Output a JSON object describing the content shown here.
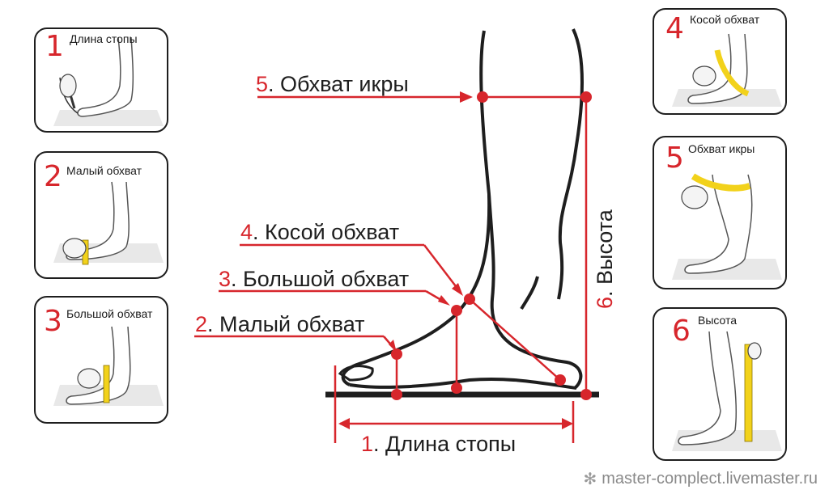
{
  "cards": [
    {
      "num": "1",
      "caption": "Длина стопы"
    },
    {
      "num": "2",
      "caption": "Малый обхват"
    },
    {
      "num": "3",
      "caption": "Большой обхват"
    },
    {
      "num": "4",
      "caption": "Косой обхват"
    },
    {
      "num": "5",
      "caption": "Обхват икры"
    },
    {
      "num": "6",
      "caption": "Высота"
    }
  ],
  "labels": {
    "l1": {
      "num": "1",
      "text": ". Длина стопы"
    },
    "l2": {
      "num": "2",
      "text": ". Малый обхват"
    },
    "l3": {
      "num": "3",
      "text": ". Большой обхват"
    },
    "l4": {
      "num": "4",
      "text": ". Косой обхват"
    },
    "l5": {
      "num": "5",
      "text": ". Обхват икры"
    },
    "l6": {
      "num": "6",
      "text": ". Высота"
    }
  },
  "watermark": {
    "text": "master-complect.livemaster.ru",
    "icon": "snowflake-icon"
  },
  "colors": {
    "accent": "#d7262c",
    "outline": "#1e1e1e",
    "tape": "#f2d21b"
  }
}
